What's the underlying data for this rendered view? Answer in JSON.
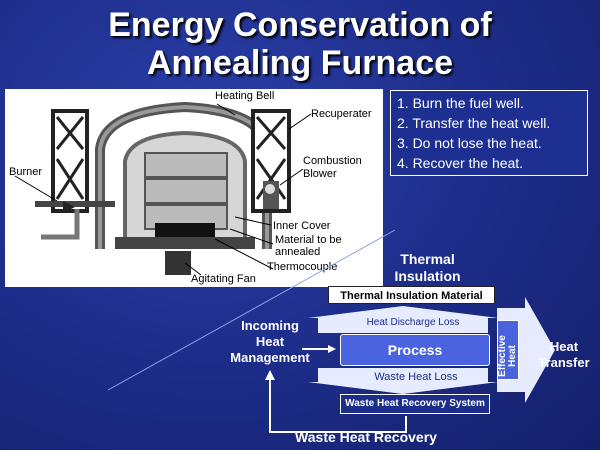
{
  "title": {
    "line1": "Energy Conservation of",
    "line2": "Annealing Furnace"
  },
  "furnace_labels": {
    "heating_bell": "Heating Bell",
    "recuperater": "Recuperater",
    "burner": "Burner",
    "combustion_blower_1": "Combustion",
    "combustion_blower_2": "Blower",
    "inner_cover": "Inner Cover",
    "material_1": "Material to be",
    "material_2": "annealed",
    "thermocouple": "Thermocouple",
    "agitating_fan": "Agitating Fan"
  },
  "steps": [
    "1. Burn the fuel well.",
    "2. Transfer the heat well.",
    "3. Do not lose the heat.",
    "4. Recover the heat."
  ],
  "flow": {
    "thermal_insulation_1": "Thermal",
    "thermal_insulation_2": "Insulation",
    "thermal_insulation_material": "Thermal Insulation Material",
    "heat_discharge_loss": "Heat Discharge Loss",
    "incoming_1": "Incoming",
    "incoming_2": "Heat",
    "incoming_3": "Management",
    "process": "Process",
    "effective_heat_1": "Effective",
    "effective_heat_2": "Heat",
    "heat_transfer_1": "Heat",
    "heat_transfer_2": "Transfer",
    "waste_heat_loss": "Waste Heat Loss",
    "waste_heat_recovery_system": "Waste Heat Recovery System",
    "waste_heat_recovery": "Waste Heat Recovery"
  },
  "colors": {
    "background": "#1d2d8a",
    "process_box": "#4a64e0",
    "label_box": "#ffffff",
    "arrow": "#ffffff"
  }
}
